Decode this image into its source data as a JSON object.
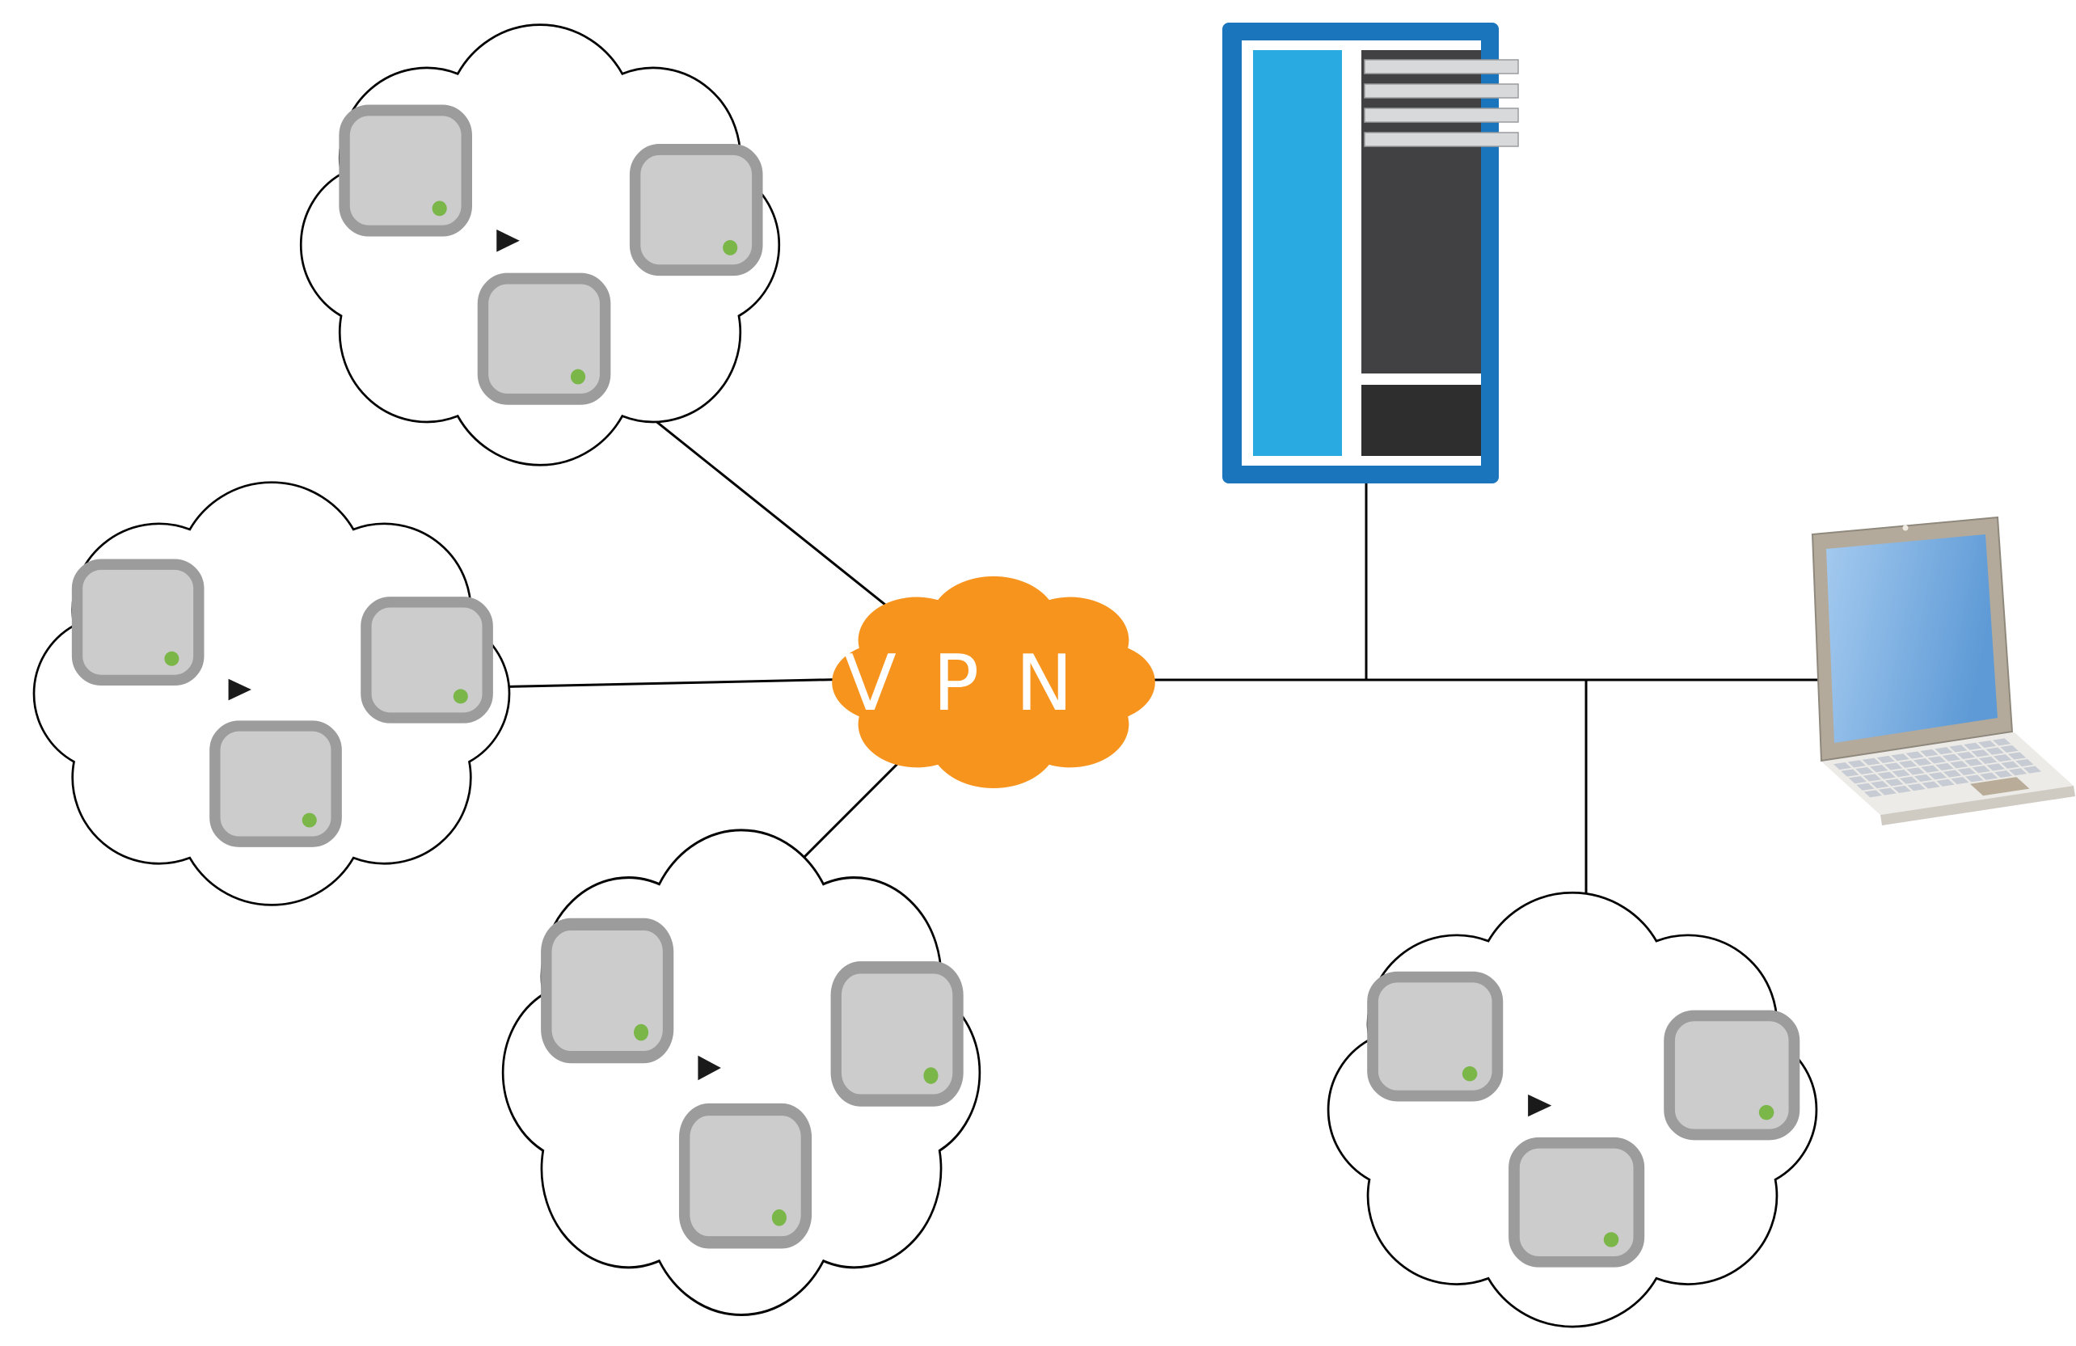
{
  "vpn": {
    "label": "VPN"
  },
  "sites": [
    {
      "name": "site-cloud-top-left",
      "devices": 3
    },
    {
      "name": "site-cloud-middle-left",
      "devices": 3
    },
    {
      "name": "site-cloud-bottom-middle",
      "devices": 3
    },
    {
      "name": "site-cloud-bottom-right",
      "devices": 3
    }
  ],
  "nodes": [
    {
      "name": "vpn-cloud"
    },
    {
      "name": "server-rack-icon"
    },
    {
      "name": "laptop-icon"
    }
  ],
  "colors": {
    "background": "#FFFFFF",
    "connector": "#000000",
    "cloud_fill": "#FFFFFF",
    "cloud_stroke": "#000000",
    "device_fill": "#CCCCCC",
    "device_stroke": "#9C9C9C",
    "status_dot": "#7AB648",
    "cursor": "#1A1A1A",
    "vpn_cloud": "#F7941E",
    "vpn_text": "#FFFFFF",
    "server_frame": "#1B75BC",
    "server_face": "#FFFFFF",
    "server_panel": "#29ABE2",
    "server_bay": "#414042",
    "server_drawer": "#2E2E2E",
    "server_rail": "#D8D9DB",
    "server_rail_edge": "#9A9C9F",
    "laptop_frame": "#B3AA9B",
    "laptop_frame_edge": "#8F887C",
    "laptop_frame_light": "#EFEBE2",
    "laptop_base": "#ECEBE7",
    "laptop_base_edge": "#CFCBC3",
    "laptop_key": "#C7CCD4",
    "laptop_touchpad": "#B9AC99",
    "laptop_screen_light": "#A4CAEF",
    "laptop_screen_dark": "#5E9AD6"
  }
}
